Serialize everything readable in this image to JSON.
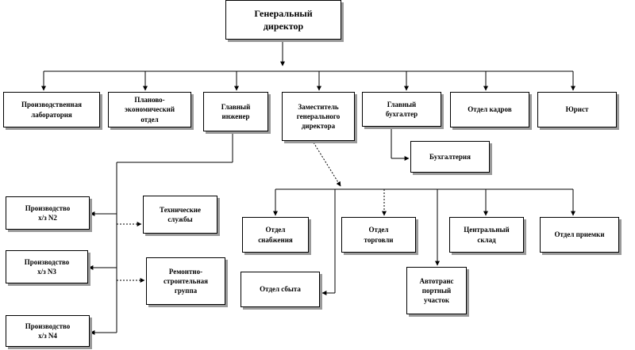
{
  "nodes": {
    "director": "Генеральный\nдиректор",
    "prod_lab": "Производственная\nлаборатория",
    "plan_econ": "Планово-\nэкономический\nотдел",
    "chief_engineer": "Главный\nинженер",
    "deputy_director": "Заместитель\nгенерального\nдиректора",
    "chief_accountant": "Главный\nбухгалтер",
    "hr_dept": "Отдел кадров",
    "lawyer": "Юрист",
    "accounting": "Бухгалтерия",
    "prod_2": "Производство\nх/з N2",
    "prod_3": "Производство\nх/з N3",
    "prod_4": "Производство\nх/з N4",
    "tech_services": "Технические\nслужбы",
    "repair_group": "Ремонтно-\nстроительная\nгруппа",
    "supply_dept": "Отдел\nснабжения",
    "trade_dept": "Отдел\nторговли",
    "central_warehouse": "Центральный\nсклад",
    "receiving_dept": "Отдел приемки",
    "sales_dept": "Отдел сбыта",
    "transport_section": "Автотранс\nпортный\nучасток"
  },
  "colors": {
    "line": "#000000",
    "shadow": "#9a9a9a",
    "box_bg": "#ffffff"
  }
}
